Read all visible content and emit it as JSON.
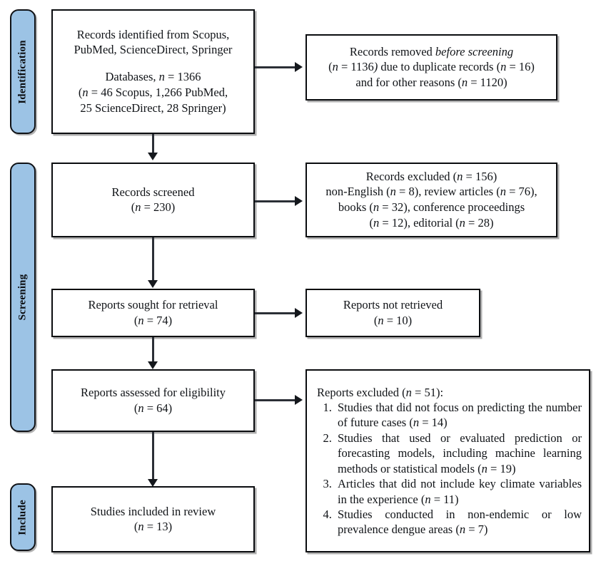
{
  "diagram": {
    "type": "prisma-flow-diagram",
    "accent_color": "#9CC3E5",
    "line_color": "#2b2f36",
    "box_border_color": "#0a0c0f"
  },
  "stages": [
    {
      "id": "identification",
      "label": "Identification"
    },
    {
      "id": "screening",
      "label": "Screening"
    },
    {
      "id": "include",
      "label": "Include"
    }
  ],
  "boxes": {
    "records_identified": {
      "name": "records-identified-box",
      "line1": "Records identified from Scopus,",
      "line2": "PubMed, ScienceDirect, Springer",
      "line3_pre": "Databases, ",
      "line3_n": "n",
      "line3_post": " = 1366",
      "line4_pre": "(",
      "line4_n": "n",
      "line4_post": " = 46 Scopus, 1,266 PubMed,",
      "line5": "25 ScienceDirect, 28 Springer)"
    },
    "records_removed": {
      "name": "records-removed-box",
      "line1_pre": "Records removed ",
      "line1_italic": "before screening",
      "line2_a": "(",
      "line2_n1": "n",
      "line2_b": " = 1136",
      "line2_italic_paren": ")",
      "line2_c": " due to duplicate records (",
      "line2_n2": "n",
      "line2_d": " = 16)",
      "line3_a": "and for other reasons (",
      "line3_n": "n",
      "line3_b": " = 1120)"
    },
    "records_screened": {
      "name": "records-screened-box",
      "line1": "Records screened",
      "line2_a": "(",
      "line2_n": "n",
      "line2_b": " = 230)"
    },
    "records_excluded": {
      "name": "records-excluded-box",
      "line1_a": "Records excluded (",
      "line1_n": "n",
      "line1_b": " = 156)",
      "line2_a": "non-English (",
      "line2_n1": "n",
      "line2_b": " = 8), review articles (",
      "line2_n2": "n",
      "line2_c": " = 76),",
      "line3_a": "books (",
      "line3_n": "n",
      "line3_b": " = 32), conference proceedings",
      "line4_a": "(",
      "line4_n1": "n",
      "line4_b": " = 12), editorial (",
      "line4_n2": "n",
      "line4_c": " = 28)"
    },
    "reports_sought": {
      "name": "reports-sought-box",
      "line1": "Reports sought for retrieval",
      "line2_a": "(",
      "line2_n": "n",
      "line2_b": " = 74)"
    },
    "reports_not_retrieved": {
      "name": "reports-not-retrieved-box",
      "line1": "Reports not retrieved",
      "line2_a": "(",
      "line2_n": "n",
      "line2_b": " = 10)"
    },
    "reports_assessed": {
      "name": "reports-assessed-box",
      "line1": "Reports assessed for eligibility",
      "line2_a": "(",
      "line2_n": "n",
      "line2_b": " = 64)"
    },
    "reports_excluded": {
      "name": "reports-excluded-box",
      "heading_a": "Reports excluded (",
      "heading_n": "n",
      "heading_b": " = 51):",
      "items": [
        {
          "text_a": "Studies that did not focus on predicting the number of future cases (",
          "n": "n",
          "text_b": " = 14)"
        },
        {
          "text_a": "Studies that used or evaluated prediction or forecasting models, including machine learning methods or statistical models (",
          "n": "n",
          "text_b": " = 19)"
        },
        {
          "text_a": "Articles that did not include key climate variables in the experience (",
          "n": "n",
          "text_b": " = 11)"
        },
        {
          "text_a": "Studies conducted in non-endemic or low prevalence dengue areas (",
          "n": "n",
          "text_b": " = 7)"
        }
      ]
    },
    "studies_included": {
      "name": "studies-included-box",
      "line1": "Studies included in review",
      "line2_a": "(",
      "line2_n": "n",
      "line2_b": " = 13)"
    }
  }
}
